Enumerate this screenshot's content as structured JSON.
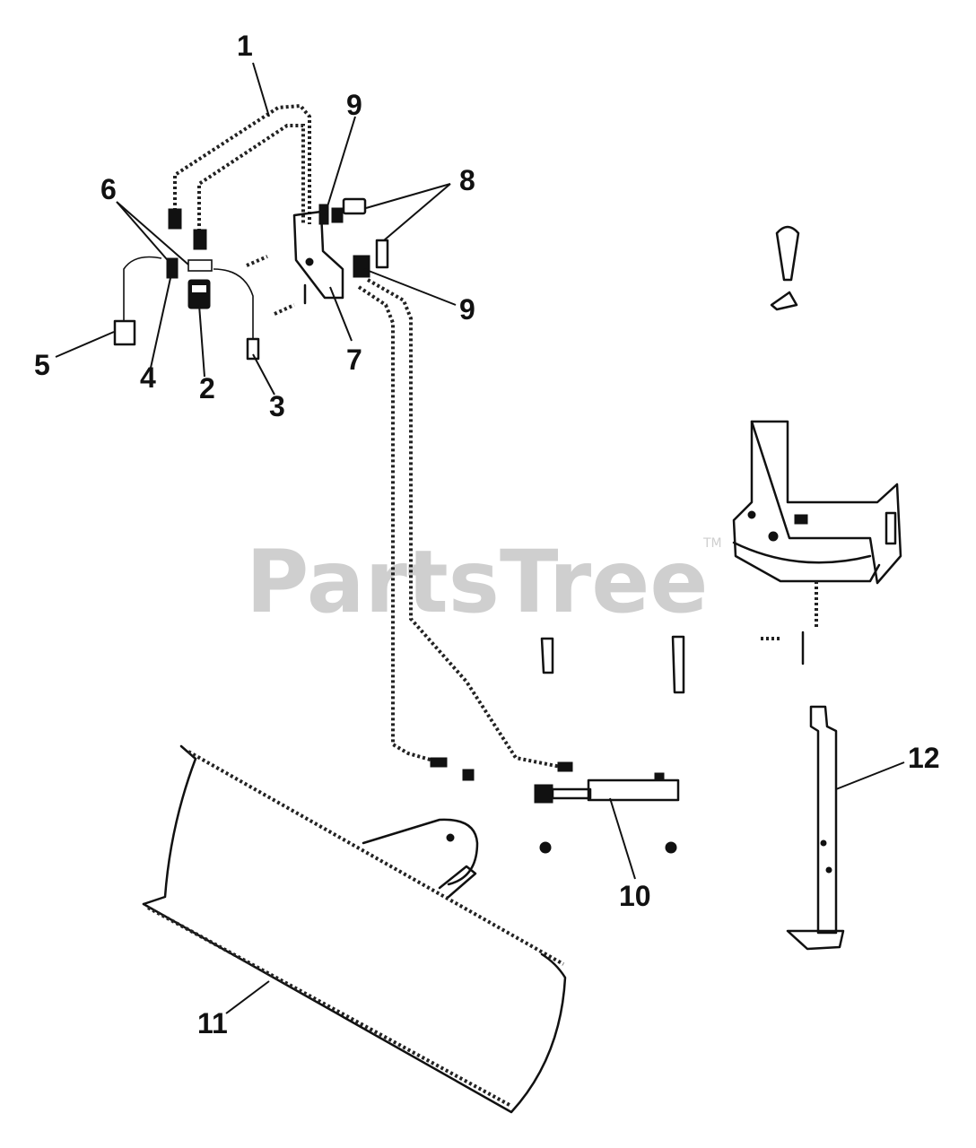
{
  "watermark": {
    "text": "PartsTree",
    "trademark": "TM"
  },
  "callouts": [
    {
      "id": "c1",
      "label": "1"
    },
    {
      "id": "c2",
      "label": "2"
    },
    {
      "id": "c3",
      "label": "3"
    },
    {
      "id": "c4",
      "label": "4"
    },
    {
      "id": "c5",
      "label": "5"
    },
    {
      "id": "c6",
      "label": "6"
    },
    {
      "id": "c7",
      "label": "7"
    },
    {
      "id": "c8",
      "label": "8"
    },
    {
      "id": "c9a",
      "label": "9"
    },
    {
      "id": "c9b",
      "label": "9"
    },
    {
      "id": "c10",
      "label": "10"
    },
    {
      "id": "c11",
      "label": "11"
    },
    {
      "id": "c12",
      "label": "12"
    }
  ]
}
